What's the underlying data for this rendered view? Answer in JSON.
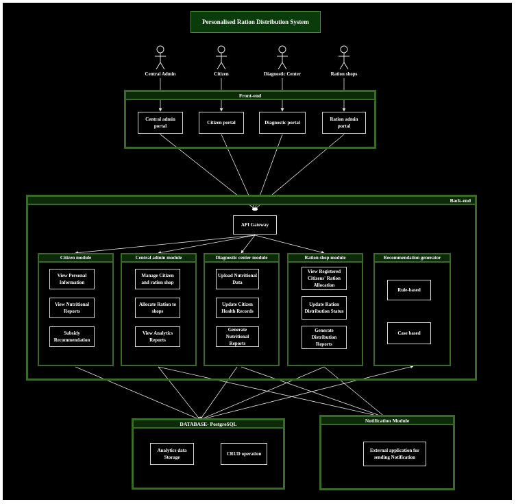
{
  "title": "Personalised Ration Distribution System",
  "actors": [
    {
      "label": "Central Admin",
      "icon": "stick-figure"
    },
    {
      "label": "Citizen",
      "icon": "stick-figure"
    },
    {
      "label": "Diagnostic Center",
      "icon": "stick-figure"
    },
    {
      "label": "Ration shops",
      "icon": "stick-figure"
    }
  ],
  "frontend": {
    "header": "Front-end",
    "portals": [
      "Central admin portal",
      "Citizen portal",
      "Diagnostic portal",
      "Ration admin portal"
    ]
  },
  "backend": {
    "header": "Back-end",
    "gateway": "API Gateway",
    "modules": [
      {
        "title": "Citizen module",
        "items": [
          "View Personal Information",
          "View Nutritional Reports",
          "Subsidy Recommendation"
        ]
      },
      {
        "title": "Central admin module",
        "items": [
          "Manage Citizen and ration shop",
          "Allocate Ration to shops",
          "View Analytics Reports"
        ]
      },
      {
        "title": "Diagnostic center module",
        "items": [
          "Upload Nutritional Data",
          "Update Citizen Health Records",
          "Generate Nutritional Reports"
        ]
      },
      {
        "title": "Ration shop module",
        "items": [
          "View Registered Citizens' Ration Allocation",
          "Update Ration Distribution Status",
          "Generate Distribution Reports"
        ]
      },
      {
        "title": "Recommendation generator",
        "items": [
          "Rule-based",
          "Case based"
        ]
      }
    ]
  },
  "database": {
    "header": "DATABASE- PostgreSQL",
    "items": [
      "Analytics data Storage",
      "CRUD operation"
    ]
  },
  "notification": {
    "header": "Notification Module",
    "items": [
      "External application for sending Notification"
    ]
  },
  "colors": {
    "background": "#000000",
    "group_border": "#3a6a28",
    "header_fill": "#0c2a08",
    "title_fill": "#0a3b0a",
    "text": "#ffffff"
  }
}
